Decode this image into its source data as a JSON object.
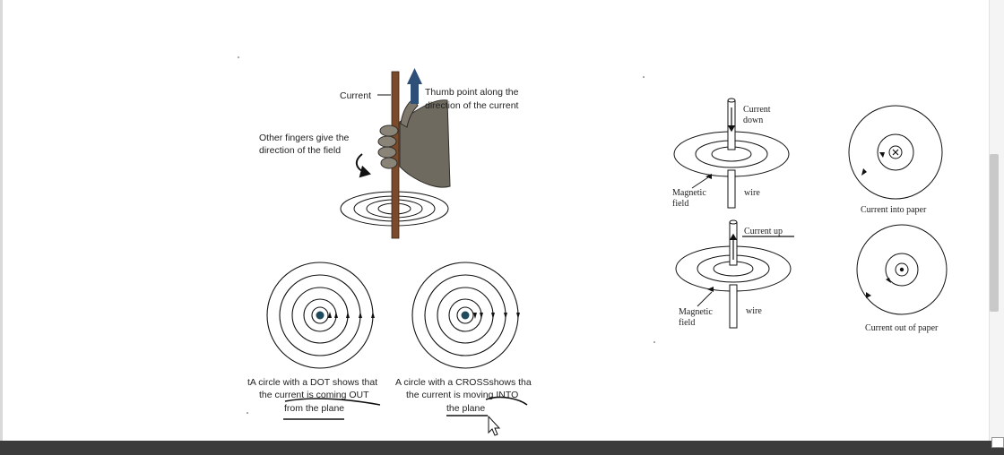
{
  "hand_rule": {
    "current_label": "Current",
    "thumb_label_line1": "Thumb point along the",
    "thumb_label_line2": "direction of the current",
    "fingers_label_line1": "Other fingers give the",
    "fingers_label_line2": "direction of the field"
  },
  "dot_circle": {
    "caption_line1": "tA circle with a DOT shows that",
    "caption_line2": "the current is coming OUT",
    "caption_line3": "from the plane"
  },
  "cross_circle": {
    "caption_line1": "A circle with a CROSSshows tha",
    "caption_line2": "the current is moving INTO",
    "caption_line3": "the plane"
  },
  "wire_down": {
    "current_line1": "Current",
    "current_line2": "down",
    "field_line1": "Magnetic",
    "field_line2": "field",
    "wire_label": "wire"
  },
  "wire_up": {
    "current_label": "Current up",
    "field_line1": "Magnetic",
    "field_line2": "field",
    "wire_label": "wire"
  },
  "into_paper": {
    "label": "Current into paper"
  },
  "out_of_paper": {
    "label": "Current out of paper"
  },
  "colors": {
    "rod": "#7a4a2a",
    "arrow": "#2e4f78",
    "hand": "#6f6a60",
    "center_dot": "#1f4a5c",
    "ink": "#111111"
  }
}
